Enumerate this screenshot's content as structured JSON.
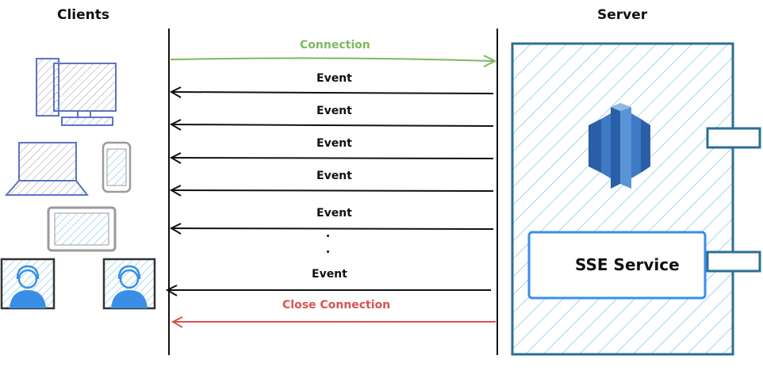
{
  "titles": {
    "clients": "Clients",
    "server": "Server"
  },
  "service": {
    "label": "SSE Service"
  },
  "messages": {
    "connection": "Connection",
    "events": [
      "Event",
      "Event",
      "Event",
      "Event",
      "Event"
    ],
    "last_event": "Event",
    "close": "Close Connection"
  },
  "colors": {
    "connection": "#7cb85e",
    "close": "#d9534f",
    "server_border": "#2a6f97",
    "hatch": "#8ccbe8",
    "client_blue": "#5b74c4",
    "client_gray": "#9a9a9a",
    "accent_blue": "#3a8ee6"
  },
  "icons": [
    "desktop-icon",
    "laptop-icon",
    "phone-icon",
    "tablet-icon",
    "user-avatar-icon",
    "database-icon"
  ]
}
